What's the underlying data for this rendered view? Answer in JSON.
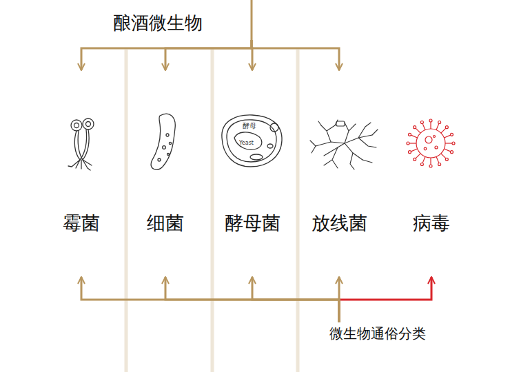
{
  "diagram": {
    "nodes": [
      {
        "text": [
          "酿酒微生物"
        ]
      },
      {
        "text": [
          "霉菌"
        ]
      },
      {
        "text": [
          "细菌"
        ]
      },
      {
        "text": [
          "酵母菌"
        ]
      },
      {
        "text": [
          "放线菌"
        ]
      },
      {
        "text": [
          "病毒"
        ]
      },
      {
        "text": [
          "微生物通俗分类"
        ]
      }
    ],
    "edges": [
      {
        "from": 0,
        "to": 1,
        "arrow": "to"
      },
      {
        "from": 0,
        "to": 2,
        "arrow": "to"
      },
      {
        "from": 0,
        "to": 3,
        "arrow": "to"
      },
      {
        "from": 0,
        "to": 4,
        "arrow": "to"
      },
      {
        "from": 6,
        "to": 1,
        "arrow": "to"
      },
      {
        "from": 6,
        "to": 2,
        "arrow": "to"
      },
      {
        "from": 6,
        "to": 3,
        "arrow": "to"
      },
      {
        "from": 6,
        "to": 4,
        "arrow": "to"
      },
      {
        "from": 6,
        "to": 5,
        "arrow": "to"
      }
    ],
    "labels": [
      "酵母",
      "Yeast"
    ]
  }
}
